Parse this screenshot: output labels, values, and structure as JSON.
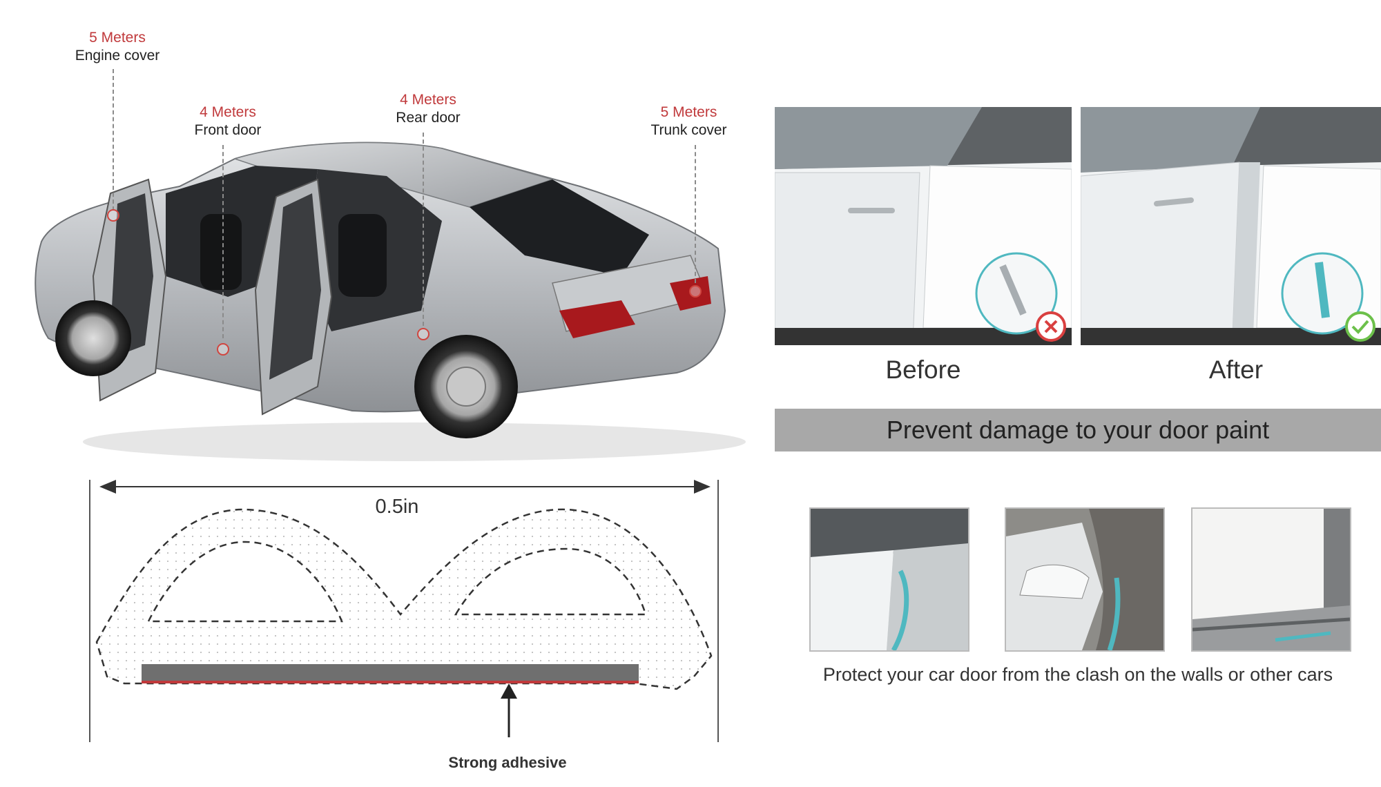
{
  "callouts": [
    {
      "length": "5 Meters",
      "part": "Engine cover"
    },
    {
      "length": "4 Meters",
      "part": "Front door"
    },
    {
      "length": "4 Meters",
      "part": "Rear door"
    },
    {
      "length": "5 Meters",
      "part": "Trunk cover"
    }
  ],
  "profile": {
    "width_label": "0.5in",
    "adhesive_label": "Strong adhesive"
  },
  "comparison": {
    "before_label": "Before",
    "after_label": "After",
    "banner": "Prevent damage to your door paint"
  },
  "protection": {
    "caption": "Protect your car door from the clash on the walls or other cars"
  },
  "colors": {
    "accent_red": "#c0393b",
    "banner_gray": "#a8a8a8",
    "teal_strip": "#4fb8c0",
    "check_green": "#6cc04a",
    "cross_red": "#d94040"
  }
}
